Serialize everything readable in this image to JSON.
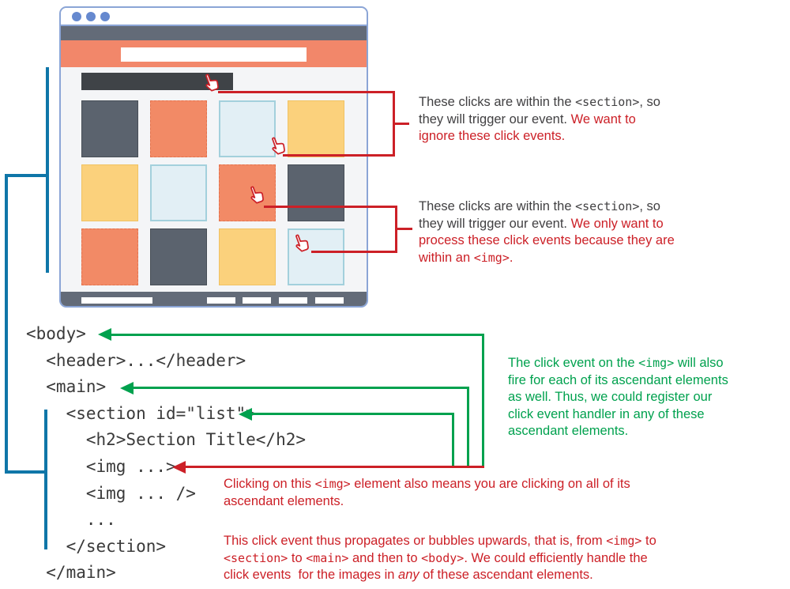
{
  "colors": {
    "annotation_red": "#cc2027",
    "annotation_green": "#00a14e",
    "annotation_dark": "#414042",
    "bracket_blue": "#0f76a8",
    "window_border_blue": "#8ba5d6",
    "window_dot_blue": "#6689cf",
    "navbar_gray": "#636b78",
    "header_orange": "#f2876a",
    "section_title_bar": "#3f4347",
    "square_gray": "#5b636e",
    "square_orange": "#f28a66",
    "square_yellow": "#fbd17c",
    "square_blue": "#e2eff5",
    "code_text": "#3a3a3a"
  },
  "browser": {
    "grid": [
      [
        "gray",
        "orange",
        "blue",
        "yellow"
      ],
      [
        "yellow",
        "blue",
        "orange",
        "gray"
      ],
      [
        "orange",
        "gray",
        "yellow",
        "blue"
      ]
    ]
  },
  "code": {
    "lines": [
      "<body>",
      "  <header>...</header>",
      "  <main>",
      "    <section id=\"list\">",
      "      <h2>Section Title</h2>",
      "      <img ...>",
      "      <img ... />",
      "      ...",
      "    </section>",
      "  </main>"
    ]
  },
  "annotations": {
    "note1": {
      "lines": [
        [
          {
            "t": "These clicks are within the ",
            "s": "dark"
          },
          {
            "t": "<section>",
            "s": "dark-mono"
          },
          {
            "t": ", so",
            "s": "dark"
          }
        ],
        [
          {
            "t": "they will trigger our event. ",
            "s": "dark"
          },
          {
            "t": "We want to",
            "s": "red"
          }
        ],
        [
          {
            "t": "ignore these click events.",
            "s": "red"
          }
        ]
      ]
    },
    "note2": {
      "lines": [
        [
          {
            "t": "These clicks are within the ",
            "s": "dark"
          },
          {
            "t": "<section>",
            "s": "dark-mono"
          },
          {
            "t": ", so",
            "s": "dark"
          }
        ],
        [
          {
            "t": "they will trigger our event. ",
            "s": "dark"
          },
          {
            "t": "We only want to",
            "s": "red"
          }
        ],
        [
          {
            "t": "process these click events because they are",
            "s": "red"
          }
        ],
        [
          {
            "t": "within an ",
            "s": "red"
          },
          {
            "t": "<img>",
            "s": "red-mono"
          },
          {
            "t": ".",
            "s": "red"
          }
        ]
      ]
    },
    "green_note": {
      "lines": [
        [
          {
            "t": "The click event on the ",
            "s": "green"
          },
          {
            "t": "<img>",
            "s": "green-mono"
          },
          {
            "t": " will also",
            "s": "green"
          }
        ],
        [
          {
            "t": "fire for each of its ascendant elements",
            "s": "green"
          }
        ],
        [
          {
            "t": "as well. Thus, we could register our",
            "s": "green"
          }
        ],
        [
          {
            "t": "click event handler in any of these",
            "s": "green"
          }
        ],
        [
          {
            "t": "ascendant elements.",
            "s": "green"
          }
        ]
      ]
    },
    "red_note_click": {
      "lines": [
        [
          {
            "t": "Clicking on this ",
            "s": "red"
          },
          {
            "t": "<img>",
            "s": "red-mono"
          },
          {
            "t": " element also means you are clicking on all of its",
            "s": "red"
          }
        ],
        [
          {
            "t": "ascendant elements.",
            "s": "red"
          }
        ]
      ]
    },
    "red_note_bubble": {
      "lines": [
        [
          {
            "t": "This click event thus propagates or bubbles upwards, that is, from ",
            "s": "red"
          },
          {
            "t": "<img>",
            "s": "red-mono"
          },
          {
            "t": " to",
            "s": "red"
          }
        ],
        [
          {
            "t": "<section>",
            "s": "red-mono"
          },
          {
            "t": " to ",
            "s": "red"
          },
          {
            "t": "<main>",
            "s": "red-mono"
          },
          {
            "t": " and then to ",
            "s": "red"
          },
          {
            "t": "<body>",
            "s": "red-mono"
          },
          {
            "t": ". We could efficiently handle the",
            "s": "red"
          }
        ],
        [
          {
            "t": "click events  for the images in ",
            "s": "red"
          },
          {
            "t": "any",
            "s": "red-italic"
          },
          {
            "t": " of these ascendant elements.",
            "s": "red"
          }
        ]
      ]
    }
  }
}
